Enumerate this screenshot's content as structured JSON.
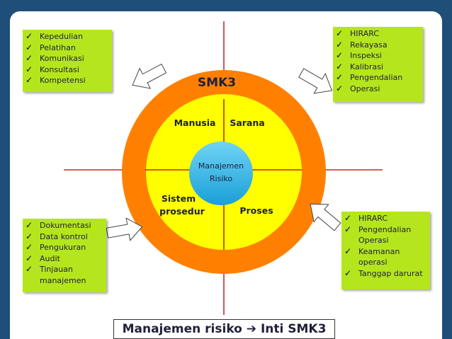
{
  "title": "SMK3",
  "center_label": [
    "Manajemen",
    "Risiko"
  ],
  "quadrants": {
    "top_left": "Manusia",
    "top_right": "Sarana",
    "bottom_left": [
      "Sistem",
      "prosedur"
    ],
    "bottom_right": "Proses"
  },
  "boxes": {
    "top_left": [
      "Kepedulian",
      "Pelatihan",
      "Komunikasi",
      "Konsultasi",
      "Kompetensi"
    ],
    "top_right": [
      "HIRARC",
      "Rekayasa",
      "Inspeksi",
      "Kalibrasi",
      "Pengendalian",
      "Operasi"
    ],
    "bottom_left": [
      [
        "Dokumentasi"
      ],
      [
        "Data kontrol"
      ],
      [
        "Pengukuran"
      ],
      [
        "Audit"
      ],
      [
        "Tinjauan",
        "manajemen"
      ]
    ],
    "bottom_right": [
      [
        "HIRARC"
      ],
      [
        "Pengendalian",
        "Operasi"
      ],
      [
        "Keamanan",
        "operasi"
      ],
      [
        "Tanggap darurat"
      ]
    ]
  },
  "caption": {
    "left": "Manajemen risiko",
    "arrow": "➔",
    "right": "Inti SMK3"
  },
  "colors": {
    "background": "#1f4e79",
    "outer_ring": "#ff8000",
    "inner_circle": "#ffff00",
    "center_circle": "#2db7e8",
    "box_fill": "#b5e61d",
    "text": "#1f1f3a",
    "lines": "#b00000"
  }
}
